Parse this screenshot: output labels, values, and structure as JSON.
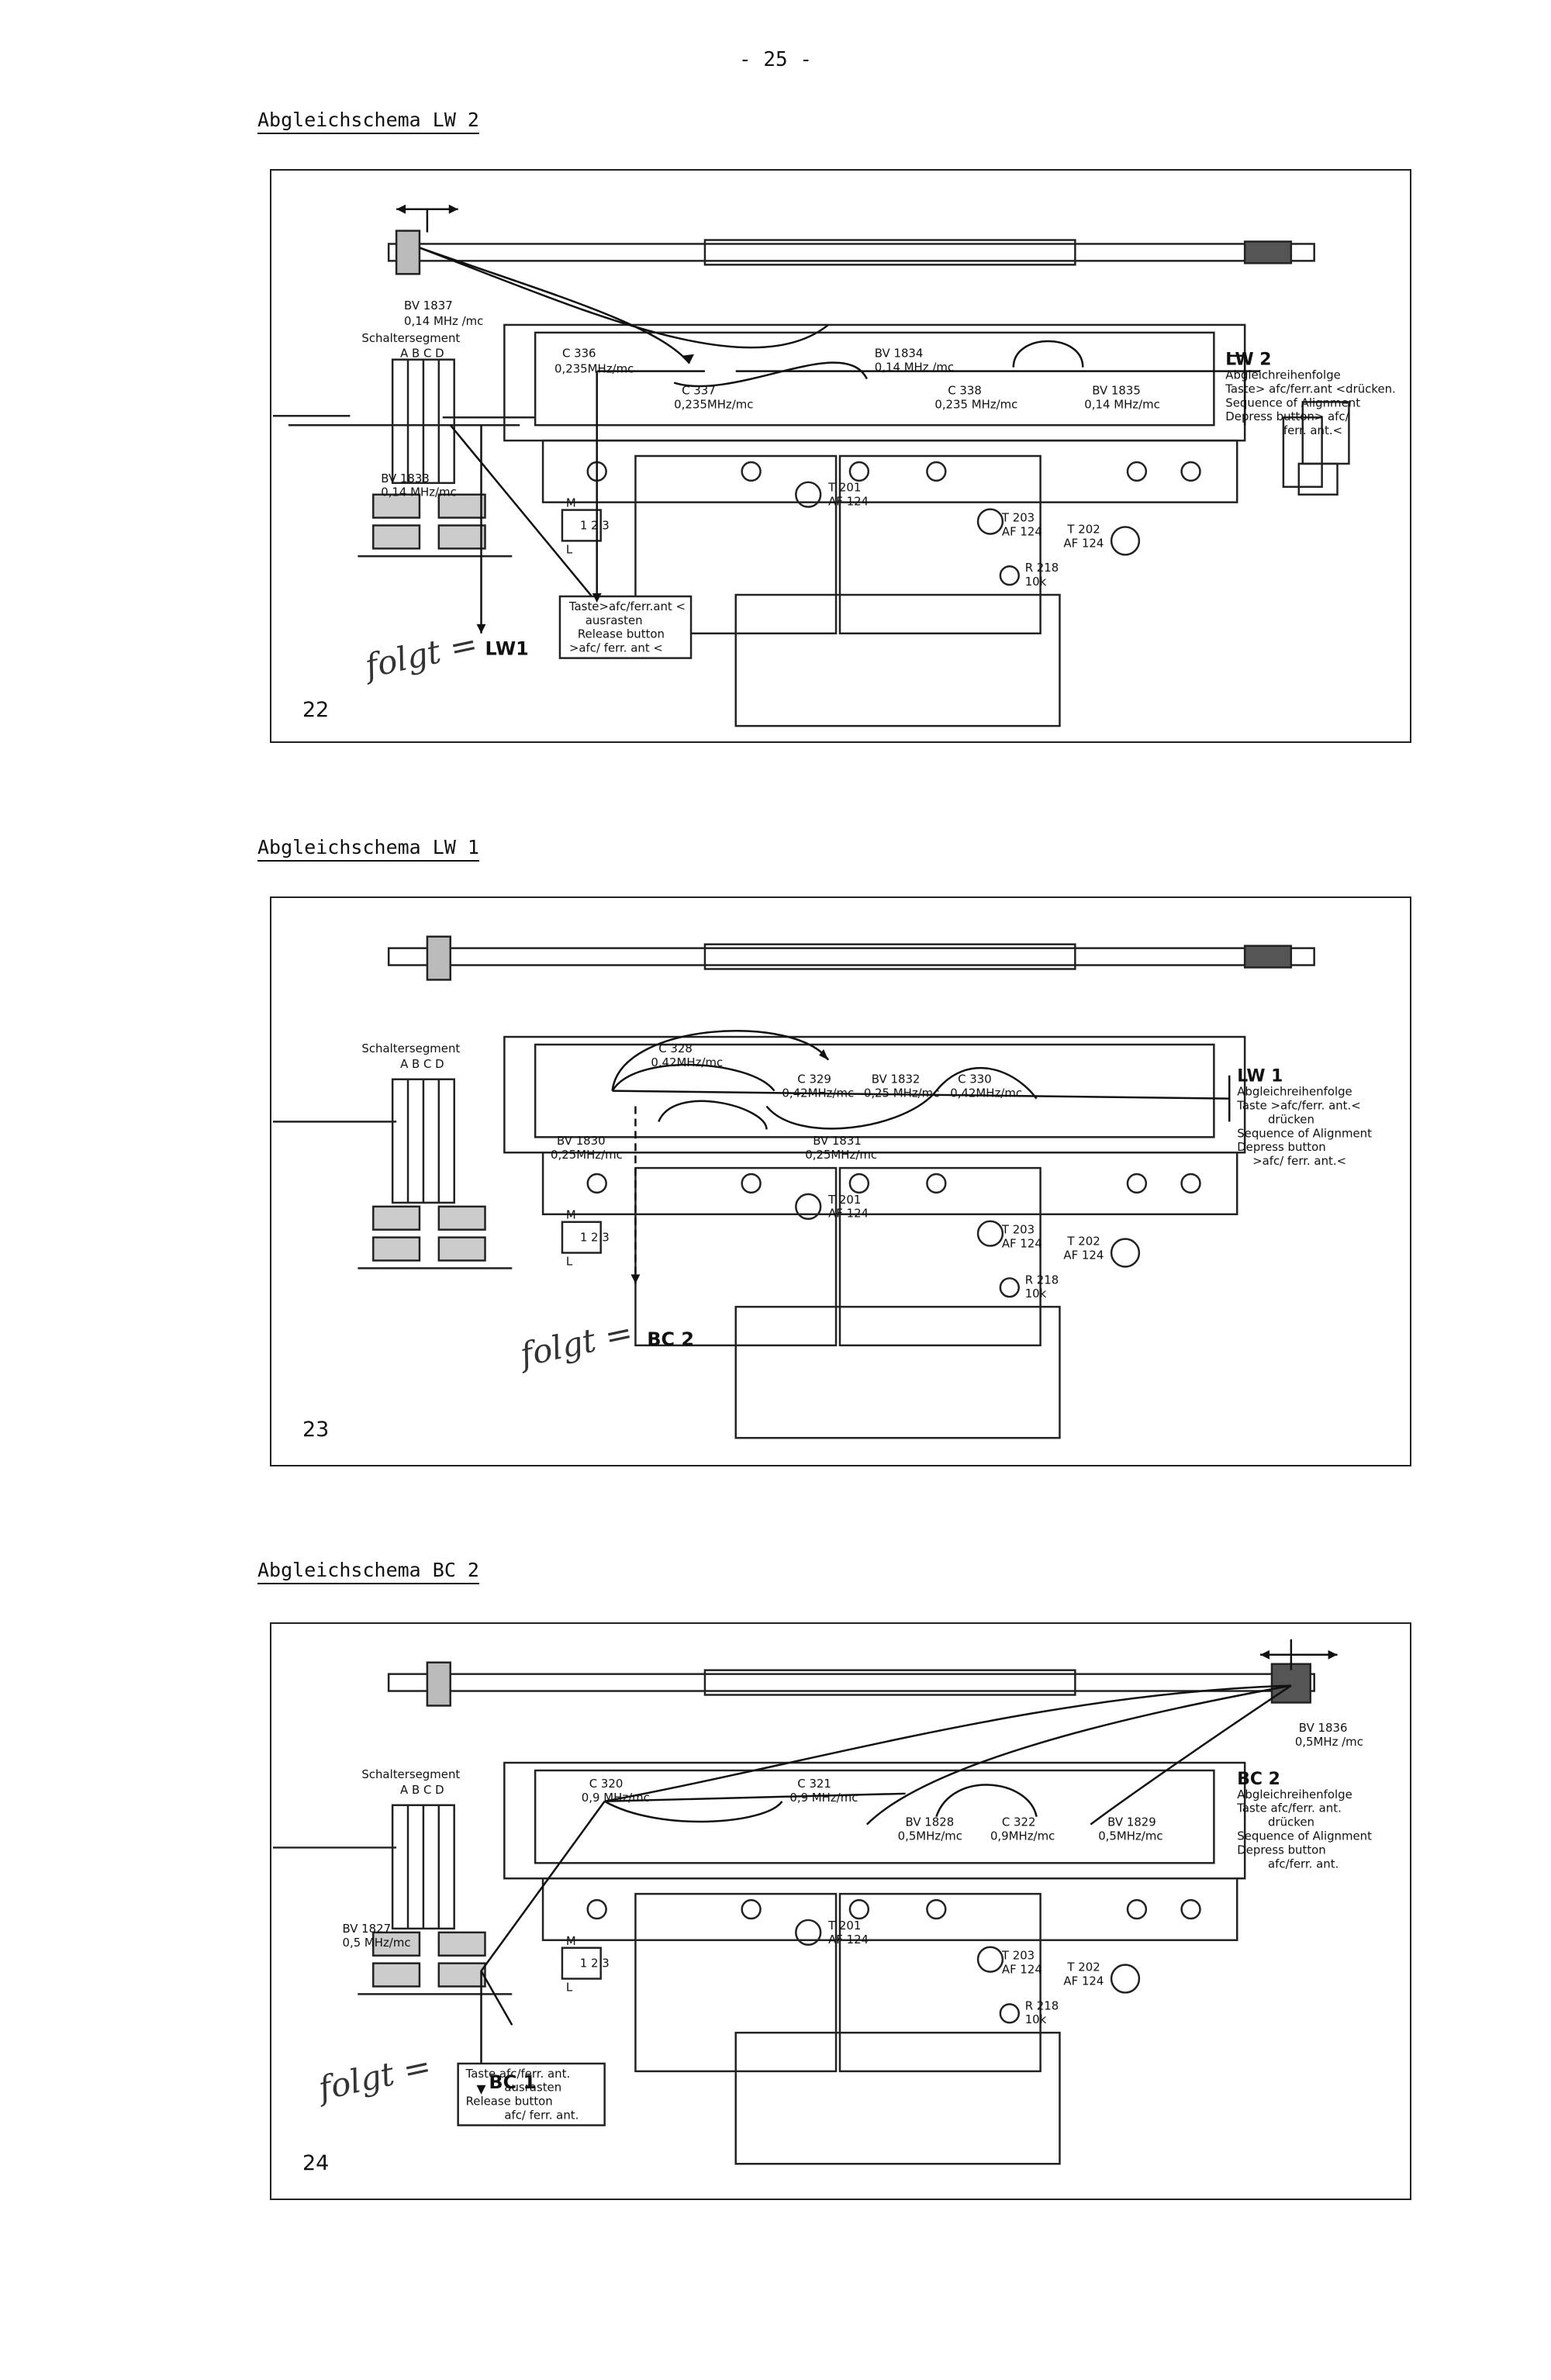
{
  "page_number": "- 25 -",
  "sections": [
    {
      "heading": "Abgleichschema LW 2",
      "figure_number": "22",
      "signature": "folgt =",
      "labels": {
        "bv_top": "BV 1837",
        "bv_top_freq": "0,14 MHz /mc",
        "switch_segment": "Schaltersegment",
        "segments": "A  B  C  D",
        "c_a": "C 336",
        "c_a_freq": "0,235MHz/mc",
        "c_b": "C 337",
        "c_b_freq": "0,235MHz/mc",
        "bv_mid": "BV 1834",
        "bv_mid_freq": "0,14 MHz /mc",
        "c_c": "C 338",
        "c_c_freq": "0,235 MHz/mc",
        "bv_right": "BV 1835",
        "bv_right_freq": "0,14 MHz/mc",
        "bv_left": "BV 1833",
        "bv_left_freq": "0,14 MHz/mc",
        "t201": "T 201",
        "t201_type": "AF 124",
        "t203": "T 203",
        "t203_type": "AF 124",
        "t202": "T 202",
        "t202_type": "AF 124",
        "r218": "R 218",
        "r218_val": "10k",
        "m": "M",
        "l": "L",
        "nums": "1 2 3",
        "bottom_band": "LW1",
        "right_band": "LW 2"
      },
      "note_box": [
        "Taste>afc/ferr.ant <",
        "ausrasten",
        "Release button",
        ">afc/ ferr. ant <"
      ],
      "side_note": [
        "Abgleichreihenfolge",
        "Taste> afc/ferr.ant <drücken.",
        "Sequence of Alignment",
        "Depress button> afc/",
        "ferr. ant.<"
      ]
    },
    {
      "heading": "Abgleichschema LW 1",
      "figure_number": "23",
      "signature": "folgt =",
      "labels": {
        "switch_segment": "Schaltersegment",
        "segments": "A  B  C  D",
        "c_a": "C 328",
        "c_a_freq": "0,42MHz/mc",
        "c_b": "C 329",
        "c_b_freq": "0,42MHz/mc",
        "bv_mid": "BV 1832",
        "bv_mid_freq": "0,25 MHz/mc",
        "c_c": "C 330",
        "c_c_freq": "0,42MHz/mc",
        "bv_left": "BV 1830",
        "bv_left_freq": "0,25MHz/mc",
        "bv_low": "BV 1831",
        "bv_low_freq": "0,25MHz/mc",
        "t201": "T 201",
        "t201_type": "AF 124",
        "t203": "T 203",
        "t203_type": "AF 124",
        "t202": "T 202",
        "t202_type": "AF 124",
        "r218": "R 218",
        "r218_val": "10k",
        "m": "M",
        "l": "L",
        "nums": "1 2 3",
        "bottom_band": "BC 2",
        "right_band": "LW 1"
      },
      "side_note": [
        "Abgleichreihenfolge",
        "Taste >afc/ferr. ant.<",
        "drücken",
        "Sequence of Alignment",
        "Depress button",
        ">afc/ ferr. ant.<"
      ]
    },
    {
      "heading": "Abgleichschema BC 2",
      "figure_number": "24",
      "signature": "folgt =",
      "labels": {
        "bv_top": "BV 1836",
        "bv_top_freq": "0,5MHz /mc",
        "switch_segment": "Schaltersegment",
        "segments": "A  B  C  D",
        "c_a": "C 320",
        "c_a_freq": "0,9 MHz/mc",
        "c_b": "C 321",
        "c_b_freq": "0,9 MHz/mc",
        "bv_mid": "BV 1828",
        "bv_mid_freq": "0,5MHz/mc",
        "c_c": "C 322",
        "c_c_freq": "0,9MHz/mc",
        "bv_right": "BV 1829",
        "bv_right_freq": "0,5MHz/mc",
        "bv_left": "BV 1827",
        "bv_left_freq": "0,5 MHz/mc",
        "t201": "T 201",
        "t201_type": "AF 124",
        "t203": "T 203",
        "t203_type": "AF 124",
        "t202": "T 202",
        "t202_type": "AF 124",
        "r218": "R 218",
        "r218_val": "10k",
        "m": "M",
        "l": "L",
        "nums": "1 2 3",
        "bottom_band": "BC 1",
        "right_band": "BC 2"
      },
      "note_box": [
        "Taste  afc/ferr. ant.",
        "ausrasten",
        "Release button",
        "afc/ ferr. ant."
      ],
      "side_note": [
        "Abgleichreihenfolge",
        "Taste  afc/ferr. ant.",
        "drücken",
        "Sequence of Alignment",
        "Depress button",
        "afc/ferr. ant."
      ]
    }
  ]
}
